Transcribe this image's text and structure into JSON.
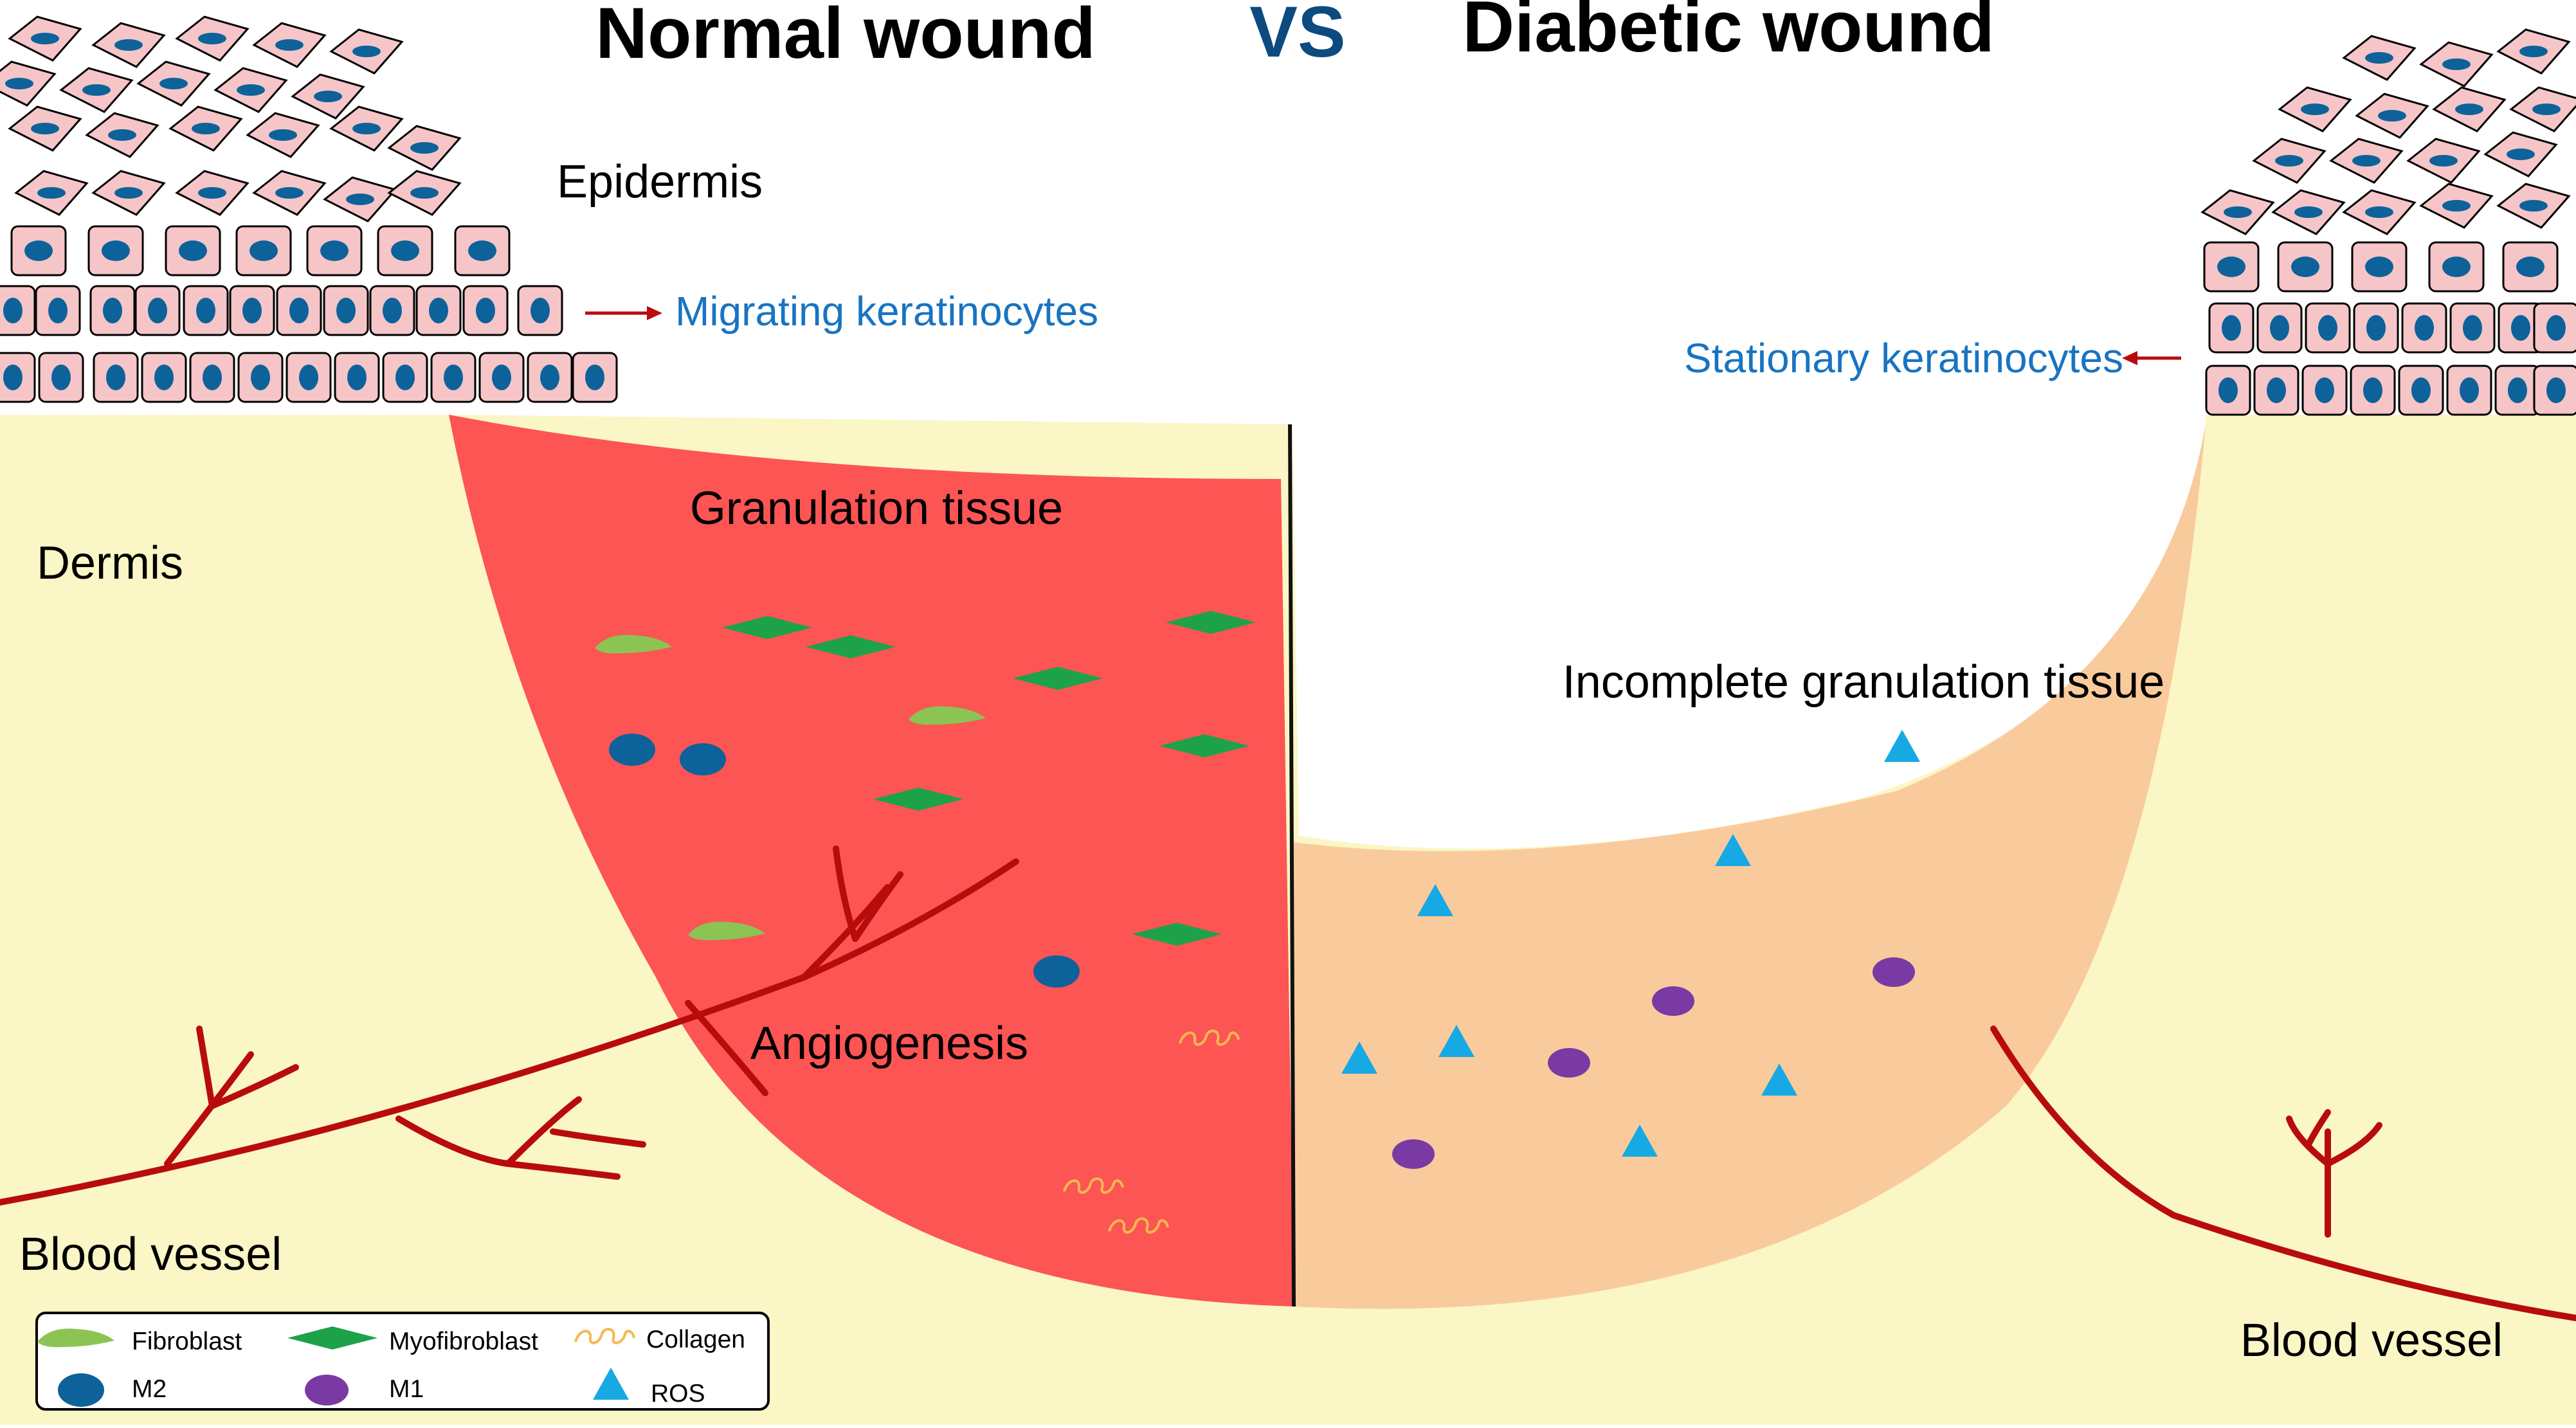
{
  "title_left": "Normal wound",
  "title_vs": "VS",
  "title_right": "Diabetic wound",
  "labels": {
    "epidermis": "Epidermis",
    "dermis": "Dermis",
    "migrating": "Migrating keratinocytes",
    "stationary": "Stationary keratinocytes",
    "granulation": "Granulation tissue",
    "incomplete": "Incomplete granulation tissue",
    "angiogenesis": "Angiogenesis",
    "blood_vessel_left": "Blood vessel",
    "blood_vessel_right": "Blood vessel"
  },
  "legend": {
    "fibroblast": "Fibroblast",
    "myofibroblast": "Myofibroblast",
    "collagen": "Collagen",
    "m2": "M2",
    "m1": "M1",
    "ros": "ROS"
  },
  "colors": {
    "dermis": "#fbf6c5",
    "granulation": "#fd5454",
    "incomplete": "#f9cb9c",
    "cell_fill": "#f5c5c8",
    "nucleus": "#0d629a",
    "title_vs": "#0c4a80",
    "label_blue": "#1874c1",
    "vessel": "#b80c0c",
    "fibroblast": "#8cc453",
    "myofibroblast": "#1da24a",
    "m1": "#7a3aa3",
    "ros": "#17a9e4",
    "collagen": "#f5b84f"
  }
}
